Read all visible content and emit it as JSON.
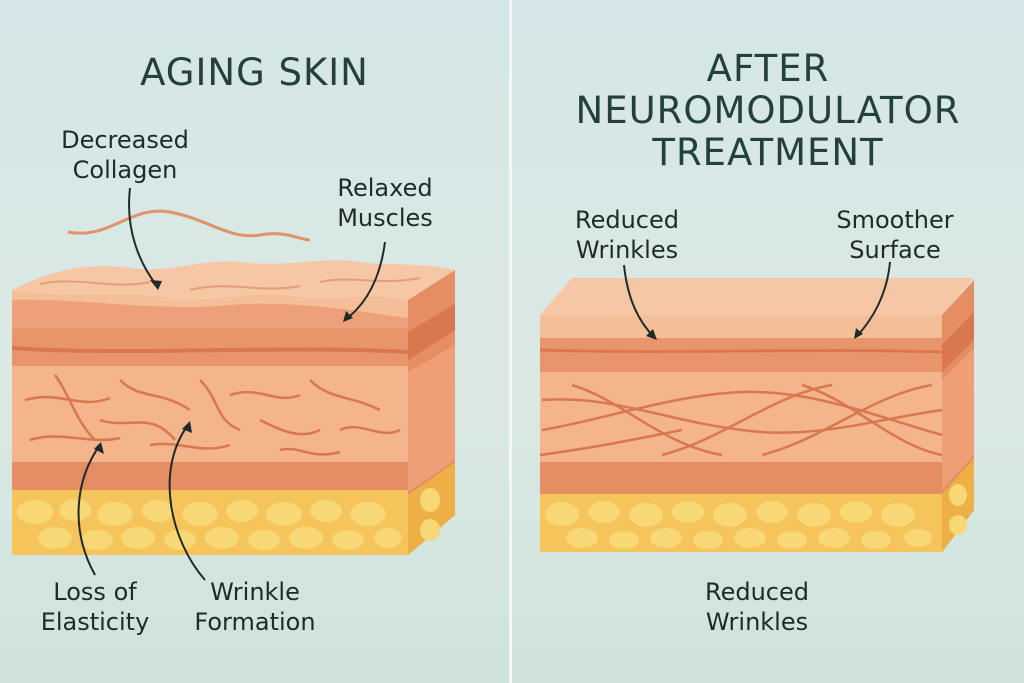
{
  "left": {
    "title": "AGING SKIN",
    "labels": {
      "decreased_collagen": [
        "Decreased",
        "Collagen"
      ],
      "relaxed_muscles": [
        "Relaxed",
        "Muscles"
      ],
      "loss_of_elasticity": [
        "Loss of",
        "Elasticity"
      ],
      "wrinkle_formation": [
        "Wrinkle",
        "Formation"
      ]
    }
  },
  "right": {
    "title": [
      "AFTER",
      "NEUROMODULATOR",
      "TREATMENT"
    ],
    "labels": {
      "reduced_wrinkles_top": [
        "Reduced",
        "Wrinkles"
      ],
      "smoother_surface": [
        "Smoother",
        "Surface"
      ],
      "reduced_wrinkles_bottom": [
        "Reduced",
        "Wrinkles"
      ]
    }
  },
  "colors": {
    "background": "#d7e7e6",
    "skin_top": "#f2b98f",
    "skin_band": "#e8956b",
    "dermis": "#f4b48c",
    "fat": "#f5c45a",
    "fat_cell": "#f8d777",
    "line": "#1f2a2a",
    "fiber": "#d9784f"
  }
}
